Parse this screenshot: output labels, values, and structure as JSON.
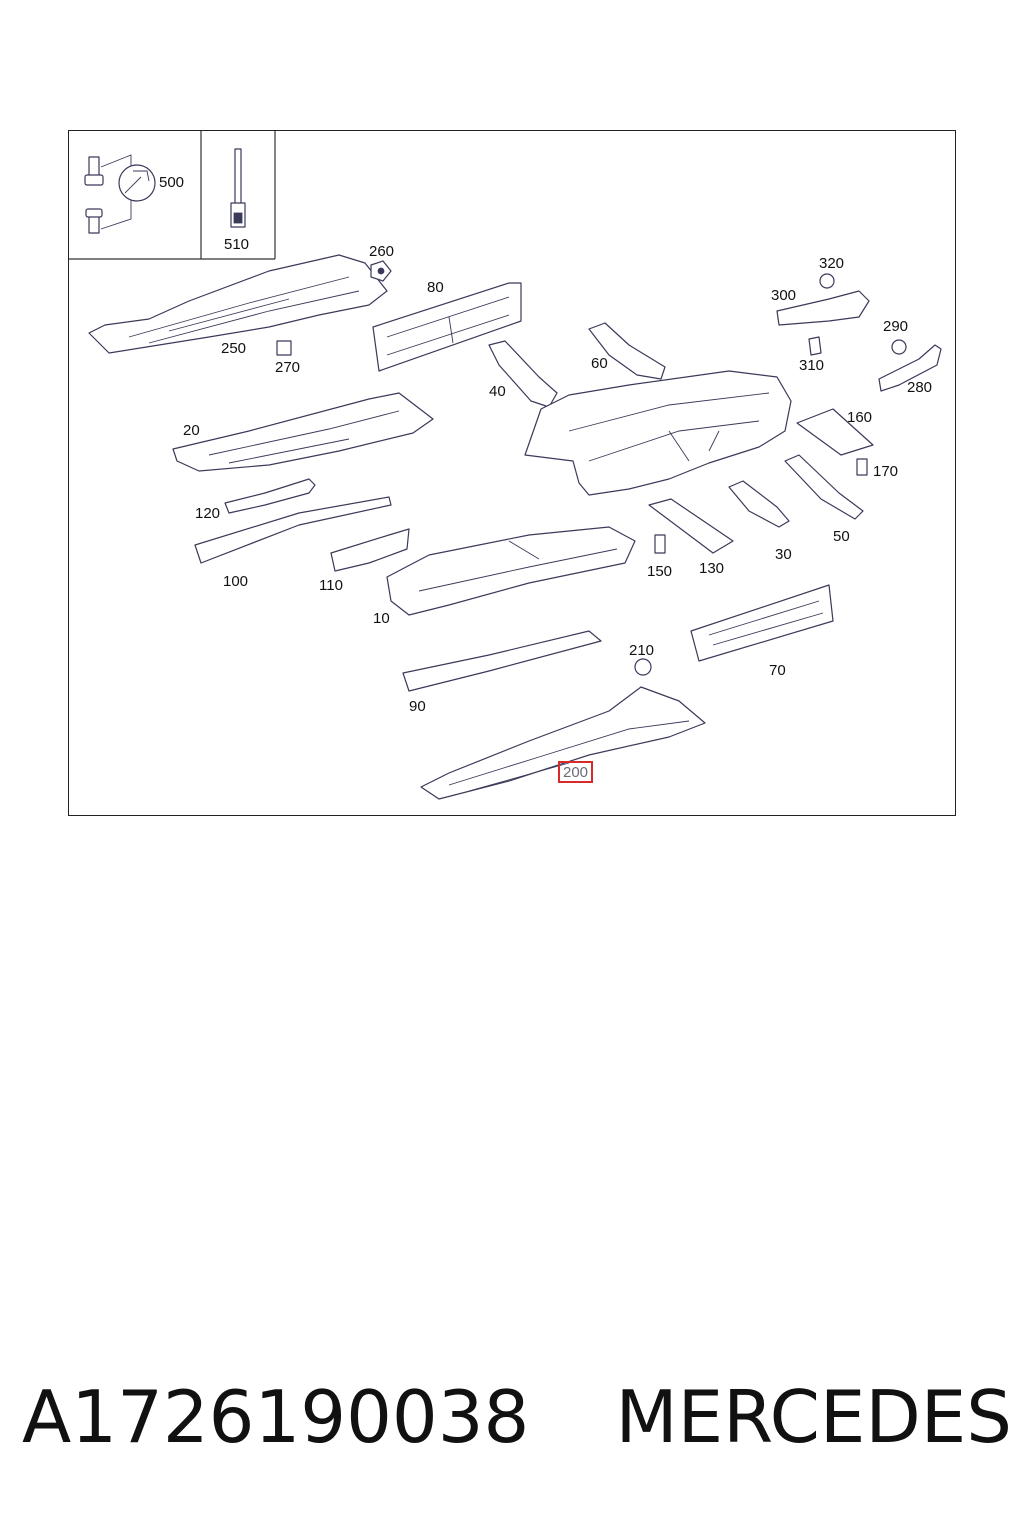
{
  "diagram": {
    "inset_labels": [
      "500",
      "510"
    ],
    "part_labels": [
      {
        "id": "260",
        "text": "260"
      },
      {
        "id": "80",
        "text": "80"
      },
      {
        "id": "320",
        "text": "320"
      },
      {
        "id": "300",
        "text": "300"
      },
      {
        "id": "290",
        "text": "290"
      },
      {
        "id": "250",
        "text": "250"
      },
      {
        "id": "270",
        "text": "270"
      },
      {
        "id": "60",
        "text": "60"
      },
      {
        "id": "310",
        "text": "310"
      },
      {
        "id": "280",
        "text": "280"
      },
      {
        "id": "40",
        "text": "40"
      },
      {
        "id": "160",
        "text": "160"
      },
      {
        "id": "20",
        "text": "20"
      },
      {
        "id": "170",
        "text": "170"
      },
      {
        "id": "120",
        "text": "120"
      },
      {
        "id": "50",
        "text": "50"
      },
      {
        "id": "30",
        "text": "30"
      },
      {
        "id": "100",
        "text": "100"
      },
      {
        "id": "150",
        "text": "150"
      },
      {
        "id": "130",
        "text": "130"
      },
      {
        "id": "110",
        "text": "110"
      },
      {
        "id": "10",
        "text": "10"
      },
      {
        "id": "70",
        "text": "70"
      },
      {
        "id": "210",
        "text": "210"
      },
      {
        "id": "90",
        "text": "90"
      }
    ],
    "highlighted_label": "200",
    "highlight_color": "#d92a2a"
  },
  "caption": {
    "part_number": "A1726190038",
    "brand": "MERCEDES"
  }
}
